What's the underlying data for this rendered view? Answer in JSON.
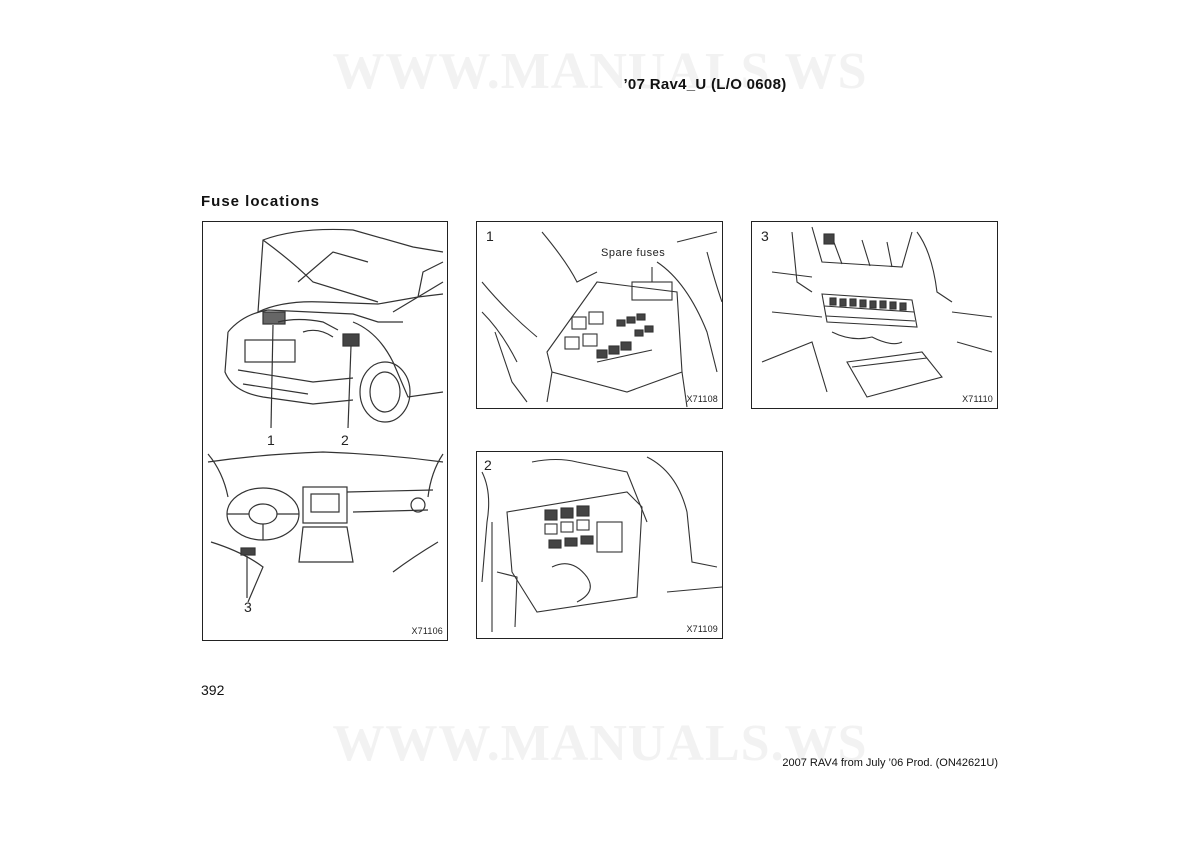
{
  "watermark": "WWW.MANUALS.WS",
  "header": {
    "title": "’07 Rav4_U (L/O 0608)"
  },
  "section": {
    "title": "Fuse locations"
  },
  "figures": {
    "main": {
      "code": "X71106",
      "callouts": [
        "1",
        "2",
        "3"
      ]
    },
    "fig1": {
      "number": "1",
      "code": "X71108",
      "callout": "Spare fuses"
    },
    "fig2": {
      "number": "2",
      "code": "X71109"
    },
    "fig3": {
      "number": "3",
      "code": "X71110"
    }
  },
  "footer": {
    "page_number": "392",
    "edition": "2007 RAV4 from July ’06 Prod. (ON42621U)"
  }
}
